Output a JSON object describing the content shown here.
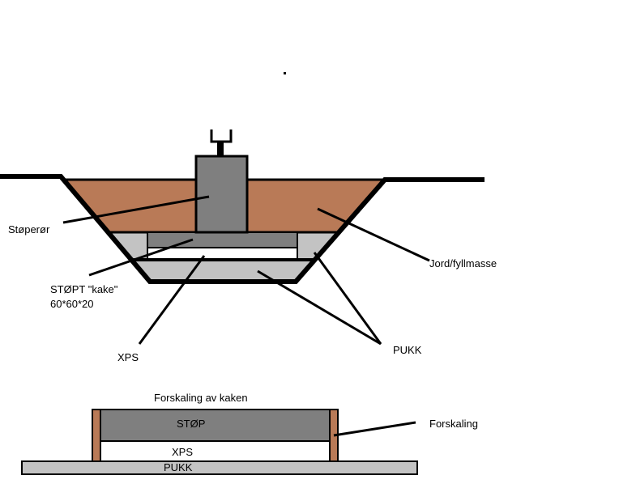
{
  "top_diagram": {
    "labels": {
      "stoperor": "Støperør",
      "jord": "Jord/fyllmasse",
      "stopt_kake": "STØPT \"kake\"",
      "dimensions": "60*60*20",
      "xps": "XPS",
      "pukk": "PUKK"
    }
  },
  "bottom_diagram": {
    "title": "Forskaling av kaken",
    "stop": "STØP",
    "xps": "XPS",
    "pukk": "PUKK",
    "forskaling": "Forskaling"
  },
  "colors": {
    "soil": "#b97a57",
    "concrete": "#7f7f7f",
    "gravel": "#c3c3c3",
    "xps": "#ffffff",
    "line": "#000000"
  }
}
